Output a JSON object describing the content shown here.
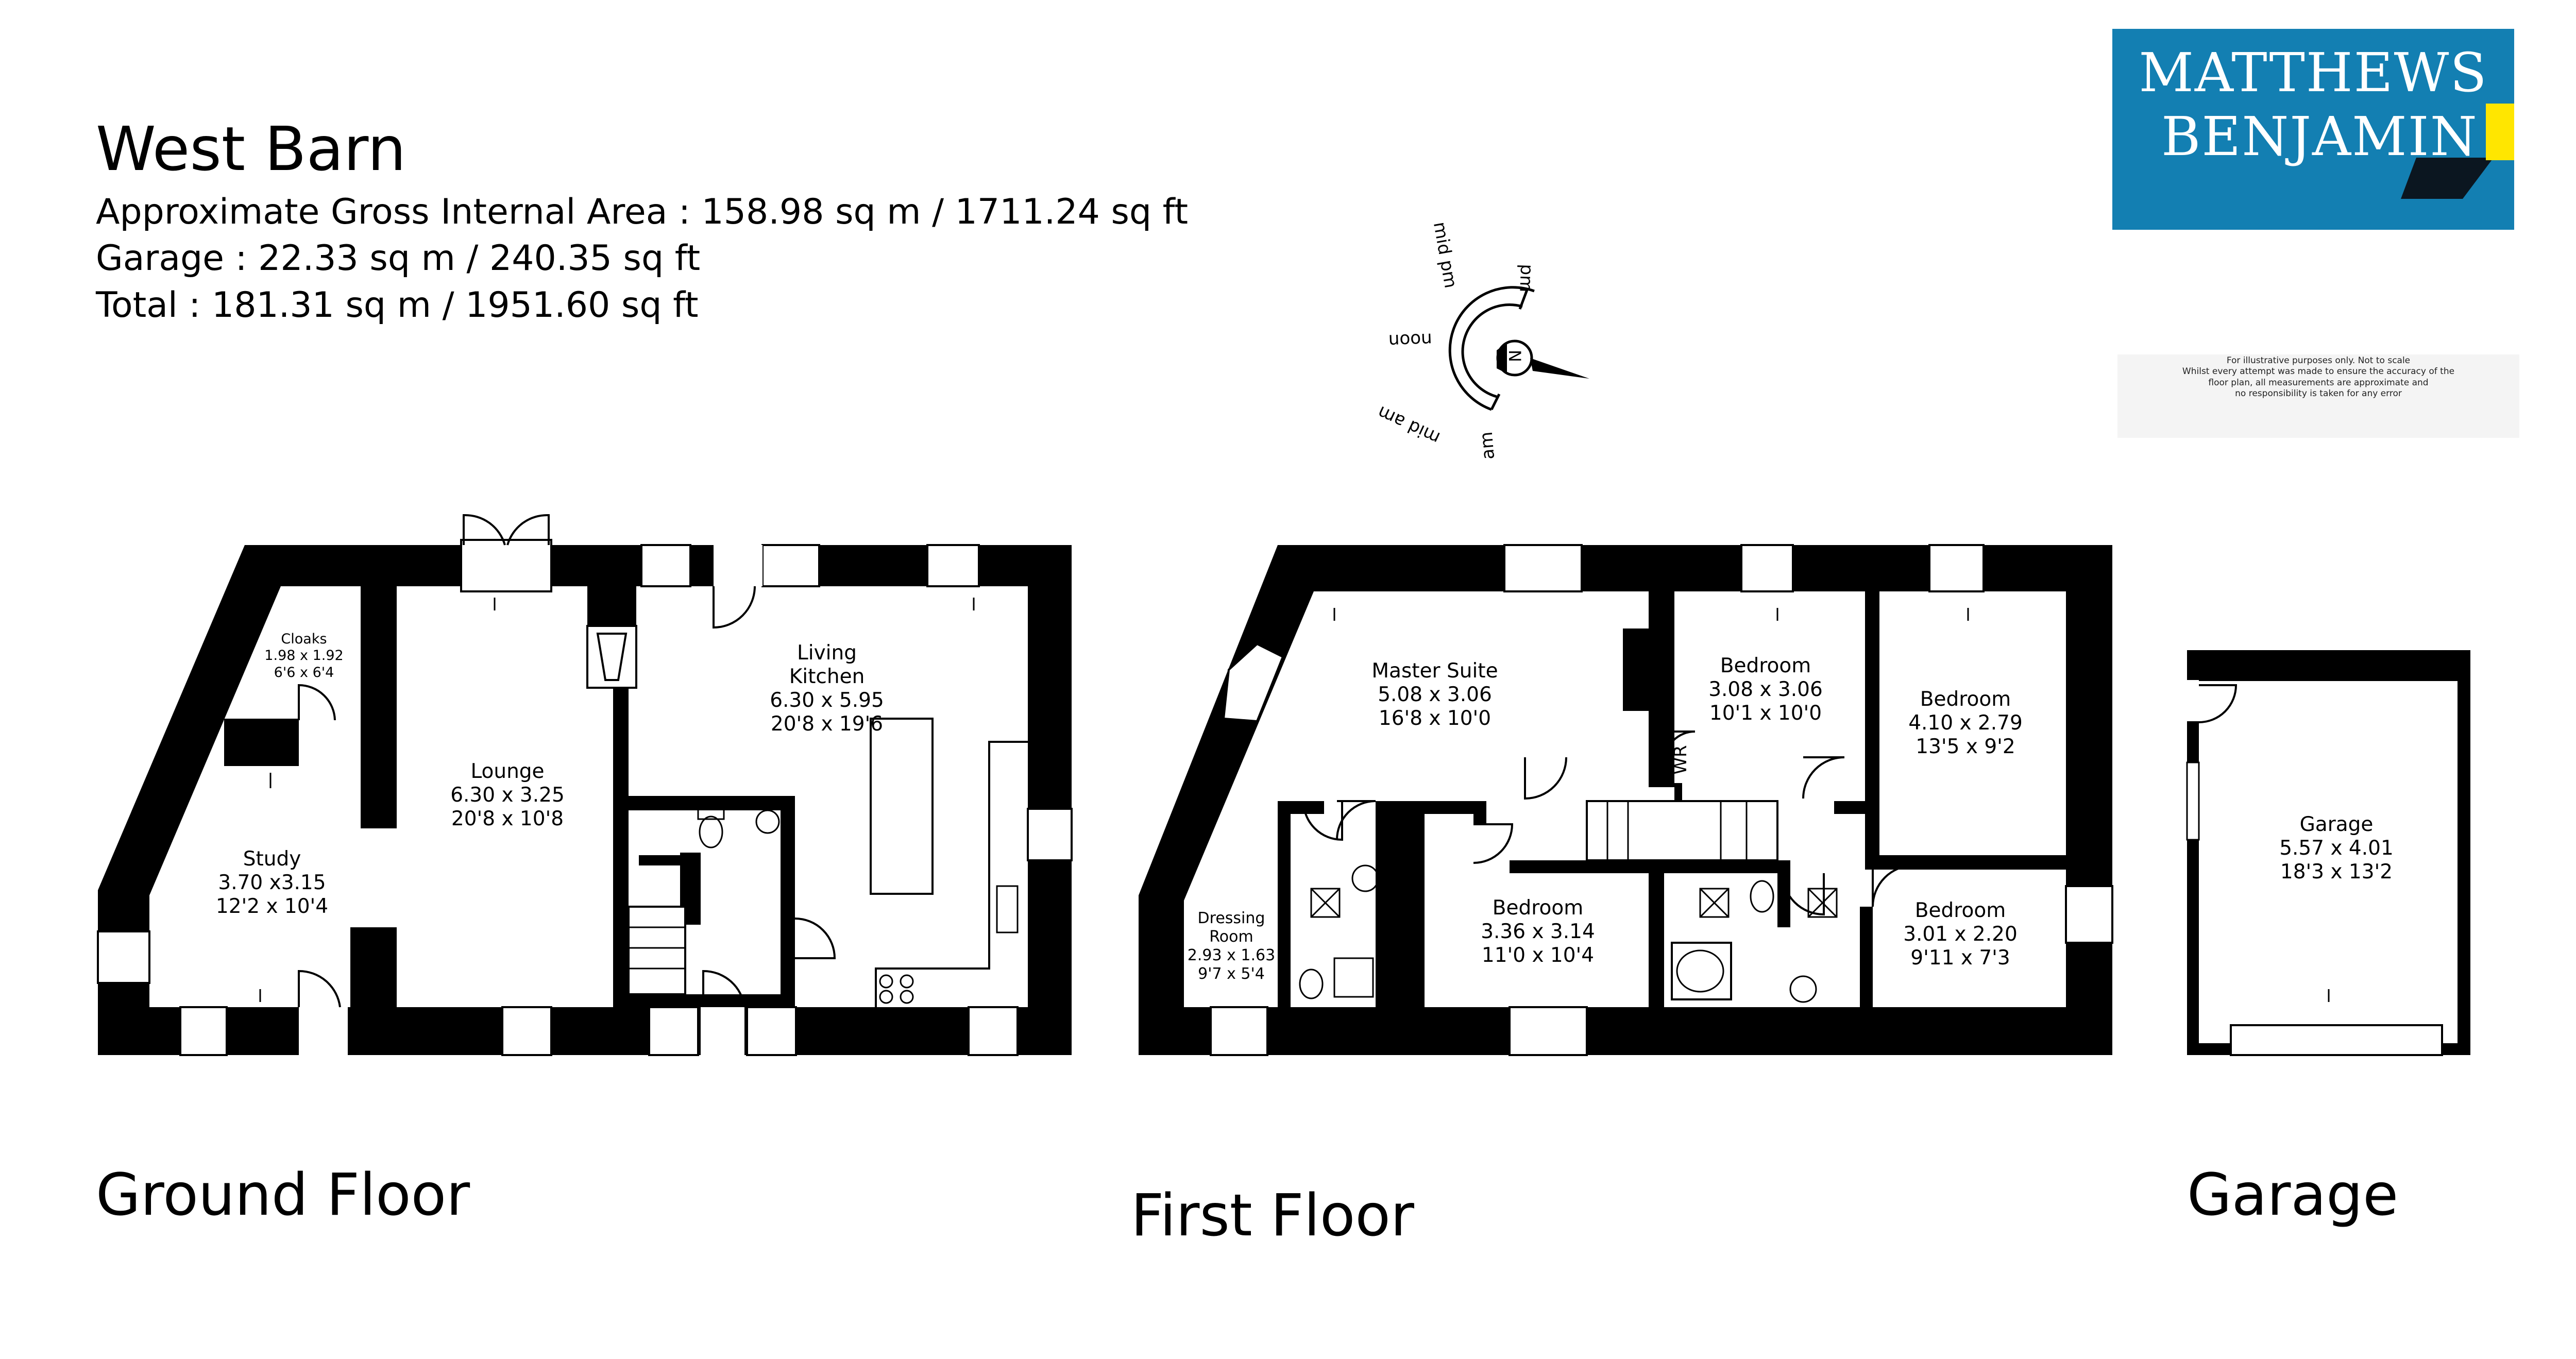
{
  "header": {
    "title": "West Barn",
    "area_internal": "Approximate Gross Internal Area : 158.98 sq m / 1711.24 sq ft",
    "area_garage": "Garage : 22.33 sq m / 240.35 sq ft",
    "area_total": "Total : 181.31 sq m / 1951.60 sq ft"
  },
  "logo": {
    "line1": "MATTHEWS",
    "line2": "BENJAMIN",
    "colors": {
      "background": "#137fb2",
      "accent": "#ffe600",
      "shadow": "#0b1620"
    }
  },
  "disclaimer": {
    "lines": [
      "For illustrative purposes only. Not to scale",
      "Whilst every attempt was made to ensure the accuracy of the",
      "floor plan, all measurements are approximate and",
      "no responsibility is taken for any error"
    ]
  },
  "compass": {
    "north": "N",
    "labels": {
      "mid_pm": "mid pm",
      "pm": "pm",
      "noon": "noon",
      "mid_am": "mid am",
      "am": "am"
    }
  },
  "floors": {
    "ground": "Ground Floor",
    "first": "First Floor",
    "garage": "Garage"
  },
  "rooms": {
    "cloaks": {
      "name": "Cloaks",
      "metric": "1.98 x 1.92",
      "imperial": "6'6 x 6'4"
    },
    "lounge": {
      "name": "Lounge",
      "metric": "6.30 x 3.25",
      "imperial": "20'8 x 10'8"
    },
    "living_kitchen": {
      "name1": "Living",
      "name2": "Kitchen",
      "metric": "6.30 x 5.95",
      "imperial": "20'8 x 19'6"
    },
    "study": {
      "name": "Study",
      "metric": "3.70 x3.15",
      "imperial": "12'2 x 10'4"
    },
    "master_suite": {
      "name": "Master Suite",
      "metric": "5.08 x 3.06",
      "imperial": "16'8 x 10'0"
    },
    "bedroom_a": {
      "name": "Bedroom",
      "metric": "3.08 x 3.06",
      "imperial": "10'1 x 10'0"
    },
    "bedroom_b": {
      "name": "Bedroom",
      "metric": "4.10 x 2.79",
      "imperial": "13'5 x 9'2"
    },
    "bedroom_c": {
      "name": "Bedroom",
      "metric": "3.36 x 3.14",
      "imperial": "11'0 x 10'4"
    },
    "bedroom_d": {
      "name": "Bedroom",
      "metric": "3.01 x 2.20",
      "imperial": "9'11 x 7'3"
    },
    "dressing_room": {
      "name1": "Dressing",
      "name2": "Room",
      "metric": "2.93 x 1.63",
      "imperial": "9'7 x 5'4"
    },
    "wr": {
      "name": "WR"
    },
    "garage": {
      "name": "Garage",
      "metric": "5.57 x 4.01",
      "imperial": "18'3 x 13'2"
    }
  }
}
